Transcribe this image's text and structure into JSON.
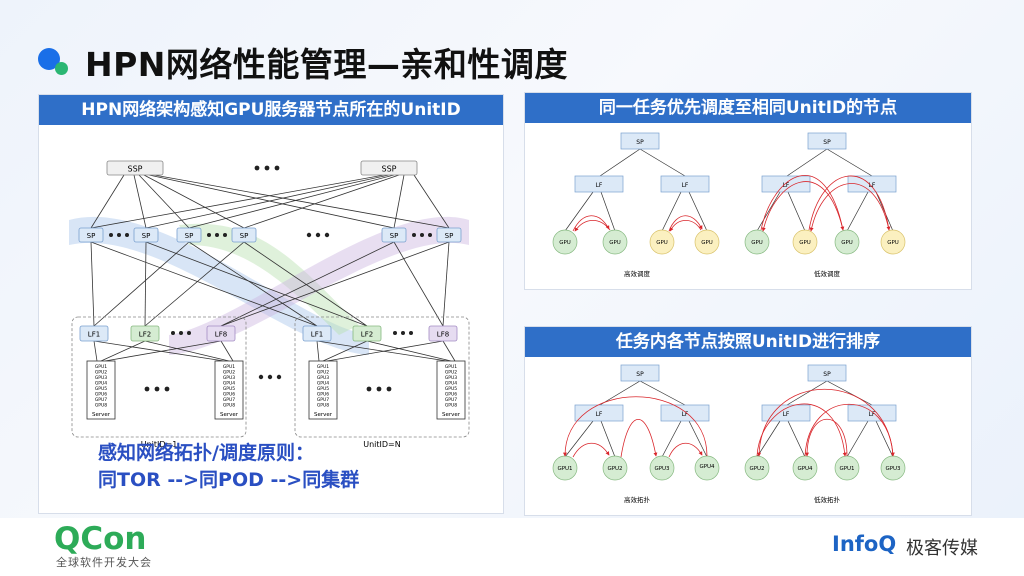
{
  "title": "HPN网络性能管理—亲和性调度",
  "left_panel": {
    "header": "HPN网络架构感知GPU服务器节点所在的UnitID",
    "diagram": {
      "ssp": [
        "SSP",
        "SSP"
      ],
      "sp": [
        "SP",
        "SP",
        "SP",
        "SP",
        "SP",
        "SP"
      ],
      "lf": [
        "LF1",
        "LF2",
        "LF8",
        "LF1",
        "LF2",
        "LF8"
      ],
      "gpu_labels": [
        "GPU1",
        "GPU2",
        "GPU3",
        "GPU4",
        "GPU5",
        "GPU6",
        "GPU7",
        "GPU8"
      ],
      "server": "Server",
      "units": [
        "UnitID=1",
        "UnitID=N"
      ]
    },
    "principle_line1": "感知网络拓扑/调度原则：",
    "principle_line2": "同TOR -->同POD -->同集群"
  },
  "right_top": {
    "header": "同一任务优先调度至相同UnitID的节点",
    "left": {
      "sp": "SP",
      "lf": [
        "LF",
        "LF"
      ],
      "gpu": [
        "GPU",
        "GPU",
        "GPU",
        "GPU"
      ],
      "caption": "高效调度"
    },
    "right": {
      "sp": "SP",
      "lf": [
        "LF",
        "LF"
      ],
      "gpu": [
        "GPU",
        "GPU",
        "GPU",
        "GPU"
      ],
      "caption": "低效调度"
    }
  },
  "right_bottom": {
    "header": "任务内各节点按照UnitID进行排序",
    "left": {
      "sp": "SP",
      "lf": [
        "LF",
        "LF"
      ],
      "gpu": [
        "GPU1",
        "GPU2",
        "GPU3",
        "GPU4"
      ],
      "caption": "高效拓扑"
    },
    "right": {
      "sp": "SP",
      "lf": [
        "LF",
        "LF"
      ],
      "gpu": [
        "GPU2",
        "GPU4",
        "GPU1",
        "GPU3"
      ],
      "caption": "低效拓扑"
    }
  },
  "footer": {
    "qcon": "QCon",
    "qcon_sub": "全球软件开发大会",
    "infoq": "InfoQ",
    "infoq_cn": "极客传媒"
  },
  "colors": {
    "header_blue": "#2f6fc8",
    "principle_blue": "#2a4fc2",
    "node_blue": "#dce9f7",
    "gpu_green": "#d5ecd2",
    "gpu_yellow": "#fbf0c0",
    "arrow_red": "#d9262b"
  }
}
